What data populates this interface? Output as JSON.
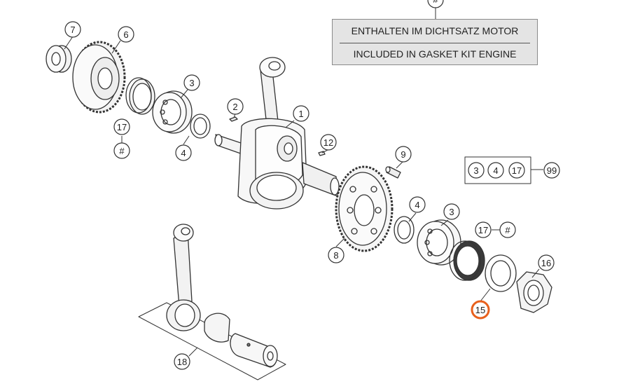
{
  "legend": {
    "line_de": "ENTHALTEN IM DICHTSATZ MOTOR",
    "line_en": "INCLUDED IN GASKET KIT ENGINE",
    "marker": "#"
  },
  "callouts": {
    "c1": "1",
    "c2": "2",
    "c3a": "3",
    "c3b": "3",
    "c4a": "4",
    "c4b": "4",
    "c6": "6",
    "c7": "7",
    "c8": "8",
    "c9": "9",
    "c12": "12",
    "c15": "15",
    "c16": "16",
    "c17a": "17",
    "c17b": "17",
    "c18": "18",
    "hash_a": "#",
    "hash_b": "#",
    "hash_top": "#"
  },
  "kit": {
    "items": [
      "3",
      "4",
      "17"
    ],
    "target": "99"
  },
  "colors": {
    "highlight": "#e8601c",
    "line": "#333333",
    "box_fill": "#e4e4e4"
  }
}
